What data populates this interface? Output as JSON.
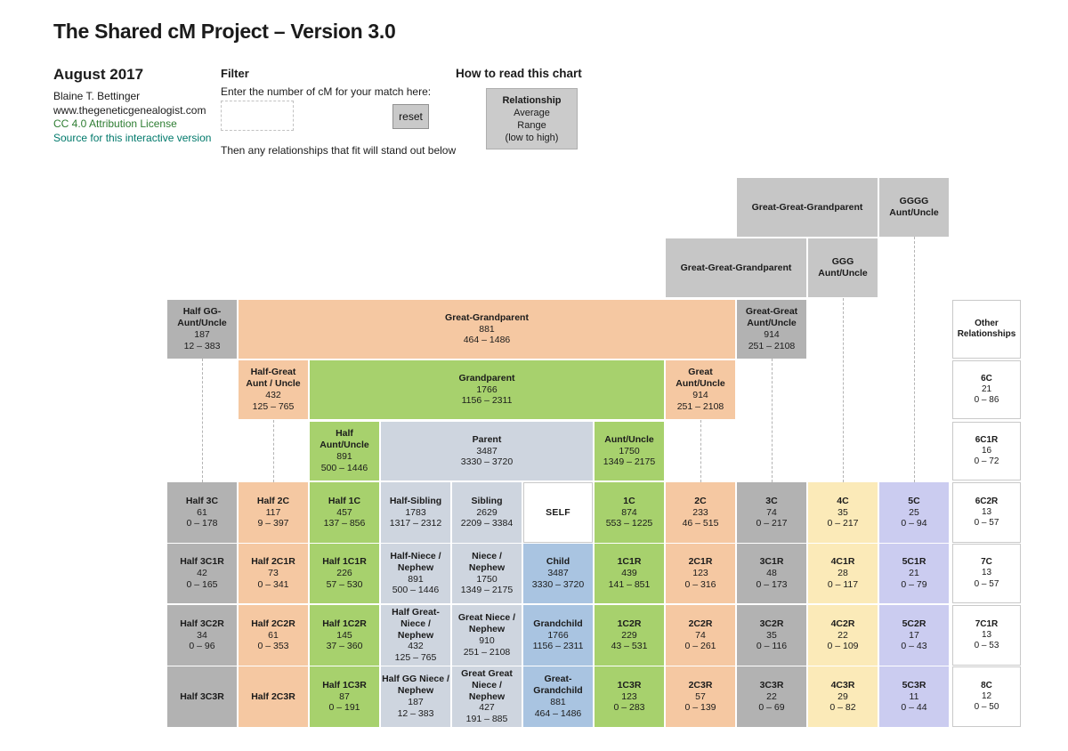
{
  "page": {
    "title": "The Shared cM Project – Version 3.0",
    "date": "August 2017",
    "author": "Blaine T. Bettinger",
    "website": "www.thegeneticgenealogist.com",
    "license_link": "CC 4.0 Attribution License",
    "source_link": "Source for this interactive version"
  },
  "filter": {
    "heading": "Filter",
    "instruction": "Enter the number of cM for your match here:",
    "input_value": "",
    "reset_label": "reset",
    "note": "Then any relationships that fit will stand out below"
  },
  "legend": {
    "heading": "How to read this chart",
    "lines": [
      "Relationship",
      "Average",
      "Range",
      "(low to high)"
    ]
  },
  "chart_data": {
    "type": "table",
    "title": "The Shared cM Project – Version 3.0",
    "value_semantics": [
      "relationship label",
      "average shared cM",
      "range low – high cM"
    ],
    "colors": {
      "graylight": "#c6c6c6",
      "gray": "#b2b2b2",
      "orange": "#f5c8a2",
      "green": "#a7d16d",
      "bluegray": "#ced5df",
      "blue": "#a9c4e1",
      "yellow": "#fbeab8",
      "lavender": "#cbccf0",
      "white": "#ffffff"
    },
    "cells": [
      {
        "id": "great-great-grandparent-top",
        "label": "Great-Great-Grandparent",
        "color": "graylight",
        "row": 0,
        "col": 8,
        "span": 2
      },
      {
        "id": "gggg-aunt-uncle",
        "label": "GGGG Aunt/Uncle",
        "color": "graylight",
        "row": 0,
        "col": 10,
        "span": 1
      },
      {
        "id": "great-great-grandparent",
        "label": "Great-Great-Grandparent",
        "color": "graylight",
        "row": 1,
        "col": 7,
        "span": 2
      },
      {
        "id": "ggg-aunt-uncle",
        "label": "GGG Aunt/Uncle",
        "color": "graylight",
        "row": 1,
        "col": 9,
        "span": 1
      },
      {
        "id": "half-gg-aunt-uncle",
        "label": "Half GG-Aunt/Uncle",
        "avg": "187",
        "range": "12 – 383",
        "color": "gray",
        "row": 2,
        "col": 0,
        "span": 1
      },
      {
        "id": "great-grandparent",
        "label": "Great-Grandparent",
        "avg": "881",
        "range": "464 – 1486",
        "color": "orange",
        "row": 2,
        "col": 1,
        "span": 7
      },
      {
        "id": "great-great-aunt-uncle",
        "label": "Great-Great Aunt/Uncle",
        "avg": "914",
        "range": "251 – 2108",
        "color": "gray",
        "row": 2,
        "col": 8,
        "span": 1
      },
      {
        "id": "other-relationships",
        "label": "Other Relationships",
        "color": "white",
        "small": true,
        "row": 2,
        "col": 11,
        "span": 1
      },
      {
        "id": "half-great-aunt-uncle",
        "label": "Half-Great Aunt / Uncle",
        "avg": "432",
        "range": "125 – 765",
        "color": "orange",
        "row": 3,
        "col": 1,
        "span": 1
      },
      {
        "id": "grandparent",
        "label": "Grandparent",
        "avg": "1766",
        "range": "1156 – 2311",
        "color": "green",
        "row": 3,
        "col": 2,
        "span": 5
      },
      {
        "id": "great-aunt-uncle",
        "label": "Great Aunt/Uncle",
        "avg": "914",
        "range": "251 – 2108",
        "color": "orange",
        "row": 3,
        "col": 7,
        "span": 1
      },
      {
        "id": "6c",
        "label": "6C",
        "avg": "21",
        "range": "0 – 86",
        "color": "white",
        "small": true,
        "row": 3,
        "col": 11,
        "span": 1
      },
      {
        "id": "half-aunt-uncle",
        "label": "Half Aunt/Uncle",
        "avg": "891",
        "range": "500 – 1446",
        "color": "green",
        "row": 4,
        "col": 2,
        "span": 1
      },
      {
        "id": "parent",
        "label": "Parent",
        "avg": "3487",
        "range": "3330 – 3720",
        "color": "bluegray",
        "row": 4,
        "col": 3,
        "span": 3
      },
      {
        "id": "aunt-uncle",
        "label": "Aunt/Uncle",
        "avg": "1750",
        "range": "1349 – 2175",
        "color": "green",
        "row": 4,
        "col": 6,
        "span": 1
      },
      {
        "id": "6c1r",
        "label": "6C1R",
        "avg": "16",
        "range": "0 – 72",
        "color": "white",
        "small": true,
        "row": 4,
        "col": 11,
        "span": 1
      },
      {
        "id": "half-3c",
        "label": "Half 3C",
        "avg": "61",
        "range": "0 – 178",
        "color": "gray",
        "row": 5,
        "col": 0,
        "span": 1
      },
      {
        "id": "half-2c",
        "label": "Half 2C",
        "avg": "117",
        "range": "9 – 397",
        "color": "orange",
        "row": 5,
        "col": 1,
        "span": 1
      },
      {
        "id": "half-1c",
        "label": "Half 1C",
        "avg": "457",
        "range": "137 – 856",
        "color": "green",
        "row": 5,
        "col": 2,
        "span": 1
      },
      {
        "id": "half-sibling",
        "label": "Half-Sibling",
        "avg": "1783",
        "range": "1317 – 2312",
        "color": "bluegray",
        "row": 5,
        "col": 3,
        "span": 1
      },
      {
        "id": "sibling",
        "label": "Sibling",
        "avg": "2629",
        "range": "2209 – 3384",
        "color": "bluegray",
        "row": 5,
        "col": 4,
        "span": 1
      },
      {
        "id": "self",
        "label": "SELF",
        "color": "white",
        "self": true,
        "row": 5,
        "col": 5,
        "span": 1
      },
      {
        "id": "1c",
        "label": "1C",
        "avg": "874",
        "range": "553 – 1225",
        "color": "green",
        "row": 5,
        "col": 6,
        "span": 1
      },
      {
        "id": "2c",
        "label": "2C",
        "avg": "233",
        "range": "46 – 515",
        "color": "orange",
        "row": 5,
        "col": 7,
        "span": 1
      },
      {
        "id": "3c",
        "label": "3C",
        "avg": "74",
        "range": "0 – 217",
        "color": "gray",
        "row": 5,
        "col": 8,
        "span": 1
      },
      {
        "id": "4c",
        "label": "4C",
        "avg": "35",
        "range": "0 – 217",
        "color": "yellow",
        "row": 5,
        "col": 9,
        "span": 1
      },
      {
        "id": "5c",
        "label": "5C",
        "avg": "25",
        "range": "0 – 94",
        "color": "lavender",
        "row": 5,
        "col": 10,
        "span": 1
      },
      {
        "id": "6c2r",
        "label": "6C2R",
        "avg": "13",
        "range": "0 – 57",
        "color": "white",
        "small": true,
        "row": 5,
        "col": 11,
        "span": 1
      },
      {
        "id": "half-3c1r",
        "label": "Half 3C1R",
        "avg": "42",
        "range": "0 – 165",
        "color": "gray",
        "row": 6,
        "col": 0,
        "span": 1
      },
      {
        "id": "half-2c1r",
        "label": "Half 2C1R",
        "avg": "73",
        "range": "0 – 341",
        "color": "orange",
        "row": 6,
        "col": 1,
        "span": 1
      },
      {
        "id": "half-1c1r",
        "label": "Half 1C1R",
        "avg": "226",
        "range": "57 – 530",
        "color": "green",
        "row": 6,
        "col": 2,
        "span": 1
      },
      {
        "id": "half-niece-nephew",
        "label": "Half-Niece / Nephew",
        "avg": "891",
        "range": "500 – 1446",
        "color": "bluegray",
        "row": 6,
        "col": 3,
        "span": 1
      },
      {
        "id": "niece-nephew",
        "label": "Niece / Nephew",
        "avg": "1750",
        "range": "1349 – 2175",
        "color": "bluegray",
        "row": 6,
        "col": 4,
        "span": 1
      },
      {
        "id": "child",
        "label": "Child",
        "avg": "3487",
        "range": "3330 – 3720",
        "color": "blue",
        "row": 6,
        "col": 5,
        "span": 1
      },
      {
        "id": "1c1r",
        "label": "1C1R",
        "avg": "439",
        "range": "141 – 851",
        "color": "green",
        "row": 6,
        "col": 6,
        "span": 1
      },
      {
        "id": "2c1r",
        "label": "2C1R",
        "avg": "123",
        "range": "0 – 316",
        "color": "orange",
        "row": 6,
        "col": 7,
        "span": 1
      },
      {
        "id": "3c1r",
        "label": "3C1R",
        "avg": "48",
        "range": "0 – 173",
        "color": "gray",
        "row": 6,
        "col": 8,
        "span": 1
      },
      {
        "id": "4c1r",
        "label": "4C1R",
        "avg": "28",
        "range": "0 – 117",
        "color": "yellow",
        "row": 6,
        "col": 9,
        "span": 1
      },
      {
        "id": "5c1r",
        "label": "5C1R",
        "avg": "21",
        "range": "0 – 79",
        "color": "lavender",
        "row": 6,
        "col": 10,
        "span": 1
      },
      {
        "id": "7c",
        "label": "7C",
        "avg": "13",
        "range": "0 – 57",
        "color": "white",
        "small": true,
        "row": 6,
        "col": 11,
        "span": 1
      },
      {
        "id": "half-3c2r",
        "label": "Half 3C2R",
        "avg": "34",
        "range": "0 – 96",
        "color": "gray",
        "row": 7,
        "col": 0,
        "span": 1
      },
      {
        "id": "half-2c2r",
        "label": "Half 2C2R",
        "avg": "61",
        "range": "0 – 353",
        "color": "orange",
        "row": 7,
        "col": 1,
        "span": 1
      },
      {
        "id": "half-1c2r",
        "label": "Half 1C2R",
        "avg": "145",
        "range": "37 – 360",
        "color": "green",
        "row": 7,
        "col": 2,
        "span": 1
      },
      {
        "id": "half-great-niece-nephew",
        "label": "Half Great-Niece / Nephew",
        "avg": "432",
        "range": "125 – 765",
        "color": "bluegray",
        "row": 7,
        "col": 3,
        "span": 1
      },
      {
        "id": "great-niece-nephew",
        "label": "Great Niece / Nephew",
        "avg": "910",
        "range": "251 – 2108",
        "color": "bluegray",
        "row": 7,
        "col": 4,
        "span": 1
      },
      {
        "id": "grandchild",
        "label": "Grandchild",
        "avg": "1766",
        "range": "1156 – 2311",
        "color": "blue",
        "row": 7,
        "col": 5,
        "span": 1
      },
      {
        "id": "1c2r",
        "label": "1C2R",
        "avg": "229",
        "range": "43 – 531",
        "color": "green",
        "row": 7,
        "col": 6,
        "span": 1
      },
      {
        "id": "2c2r",
        "label": "2C2R",
        "avg": "74",
        "range": "0 – 261",
        "color": "orange",
        "row": 7,
        "col": 7,
        "span": 1
      },
      {
        "id": "3c2r",
        "label": "3C2R",
        "avg": "35",
        "range": "0 – 116",
        "color": "gray",
        "row": 7,
        "col": 8,
        "span": 1
      },
      {
        "id": "4c2r",
        "label": "4C2R",
        "avg": "22",
        "range": "0 – 109",
        "color": "yellow",
        "row": 7,
        "col": 9,
        "span": 1
      },
      {
        "id": "5c2r",
        "label": "5C2R",
        "avg": "17",
        "range": "0 – 43",
        "color": "lavender",
        "row": 7,
        "col": 10,
        "span": 1
      },
      {
        "id": "7c1r",
        "label": "7C1R",
        "avg": "13",
        "range": "0 – 53",
        "color": "white",
        "small": true,
        "row": 7,
        "col": 11,
        "span": 1
      },
      {
        "id": "half-3c3r",
        "label": "Half 3C3R",
        "color": "gray",
        "row": 8,
        "col": 0,
        "span": 1
      },
      {
        "id": "half-2c3r",
        "label": "Half 2C3R",
        "color": "orange",
        "row": 8,
        "col": 1,
        "span": 1
      },
      {
        "id": "half-1c3r",
        "label": "Half 1C3R",
        "avg": "87",
        "range": "0 – 191",
        "color": "green",
        "row": 8,
        "col": 2,
        "span": 1
      },
      {
        "id": "half-gg-niece-nephew",
        "label": "Half GG Niece / Nephew",
        "avg": "187",
        "range": "12 – 383",
        "color": "bluegray",
        "row": 8,
        "col": 3,
        "span": 1
      },
      {
        "id": "great-great-niece-nephew",
        "label": "Great Great Niece / Nephew",
        "avg": "427",
        "range": "191 – 885",
        "color": "bluegray",
        "row": 8,
        "col": 4,
        "span": 1
      },
      {
        "id": "great-grandchild",
        "label": "Great-Grandchild",
        "avg": "881",
        "range": "464 – 1486",
        "color": "blue",
        "row": 8,
        "col": 5,
        "span": 1
      },
      {
        "id": "1c3r",
        "label": "1C3R",
        "avg": "123",
        "range": "0 – 283",
        "color": "green",
        "row": 8,
        "col": 6,
        "span": 1
      },
      {
        "id": "2c3r",
        "label": "2C3R",
        "avg": "57",
        "range": "0 – 139",
        "color": "orange",
        "row": 8,
        "col": 7,
        "span": 1
      },
      {
        "id": "3c3r",
        "label": "3C3R",
        "avg": "22",
        "range": "0 – 69",
        "color": "gray",
        "row": 8,
        "col": 8,
        "span": 1
      },
      {
        "id": "4c3r",
        "label": "4C3R",
        "avg": "29",
        "range": "0 – 82",
        "color": "yellow",
        "row": 8,
        "col": 9,
        "span": 1
      },
      {
        "id": "5c3r",
        "label": "5C3R",
        "avg": "11",
        "range": "0 – 44",
        "color": "lavender",
        "row": 8,
        "col": 10,
        "span": 1
      },
      {
        "id": "8c",
        "label": "8C",
        "avg": "12",
        "range": "0 – 50",
        "color": "white",
        "small": true,
        "row": 8,
        "col": 11,
        "span": 1
      }
    ],
    "connectors": [
      {
        "col": 0,
        "fromRow": 3,
        "toRow": 5
      },
      {
        "col": 1,
        "fromRow": 4,
        "toRow": 5
      },
      {
        "col": 7,
        "fromRow": 4,
        "toRow": 5
      },
      {
        "col": 8,
        "fromRow": 3,
        "toRow": 5
      },
      {
        "col": 9,
        "fromRow": 2,
        "toRow": 5
      },
      {
        "col": 10,
        "fromRow": 1,
        "toRow": 5
      }
    ]
  }
}
